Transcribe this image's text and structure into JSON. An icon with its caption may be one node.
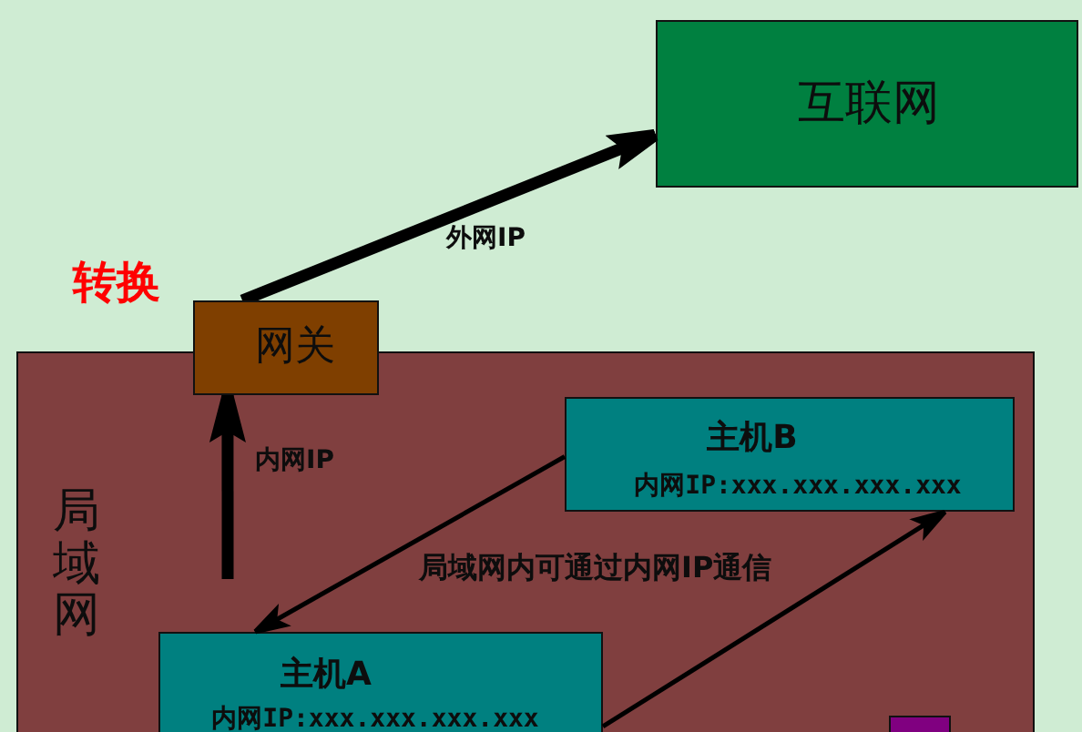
{
  "diagram": {
    "nodes": [
      {
        "text": [
          "互联网"
        ]
      },
      {
        "text": [
          "网关"
        ],
        "beside": [
          "转换"
        ]
      },
      {
        "text": [
          "局域网"
        ]
      },
      {
        "text": [
          "主机B",
          "内网IP:xxx.xxx.xxx.xxx"
        ],
        "in": 2
      },
      {
        "text": [
          "主机A",
          "内网IP:xxx.xxx.xxx.xxx"
        ],
        "in": 2
      },
      {
        "text": [],
        "shape": "box",
        "in": 2
      }
    ],
    "edges": [
      {
        "from": 1,
        "to": 0,
        "arrow": "to",
        "label": "外网IP",
        "style": "thick"
      },
      {
        "from": null,
        "to": 1,
        "arrow": "to",
        "label": "内网IP",
        "style": "thick"
      },
      {
        "from": 3,
        "to": 4,
        "arrow": "to"
      },
      {
        "from": 4,
        "to": 3,
        "arrow": "to"
      }
    ],
    "labels": [
      "局域网内可通过内网IP通信"
    ]
  }
}
